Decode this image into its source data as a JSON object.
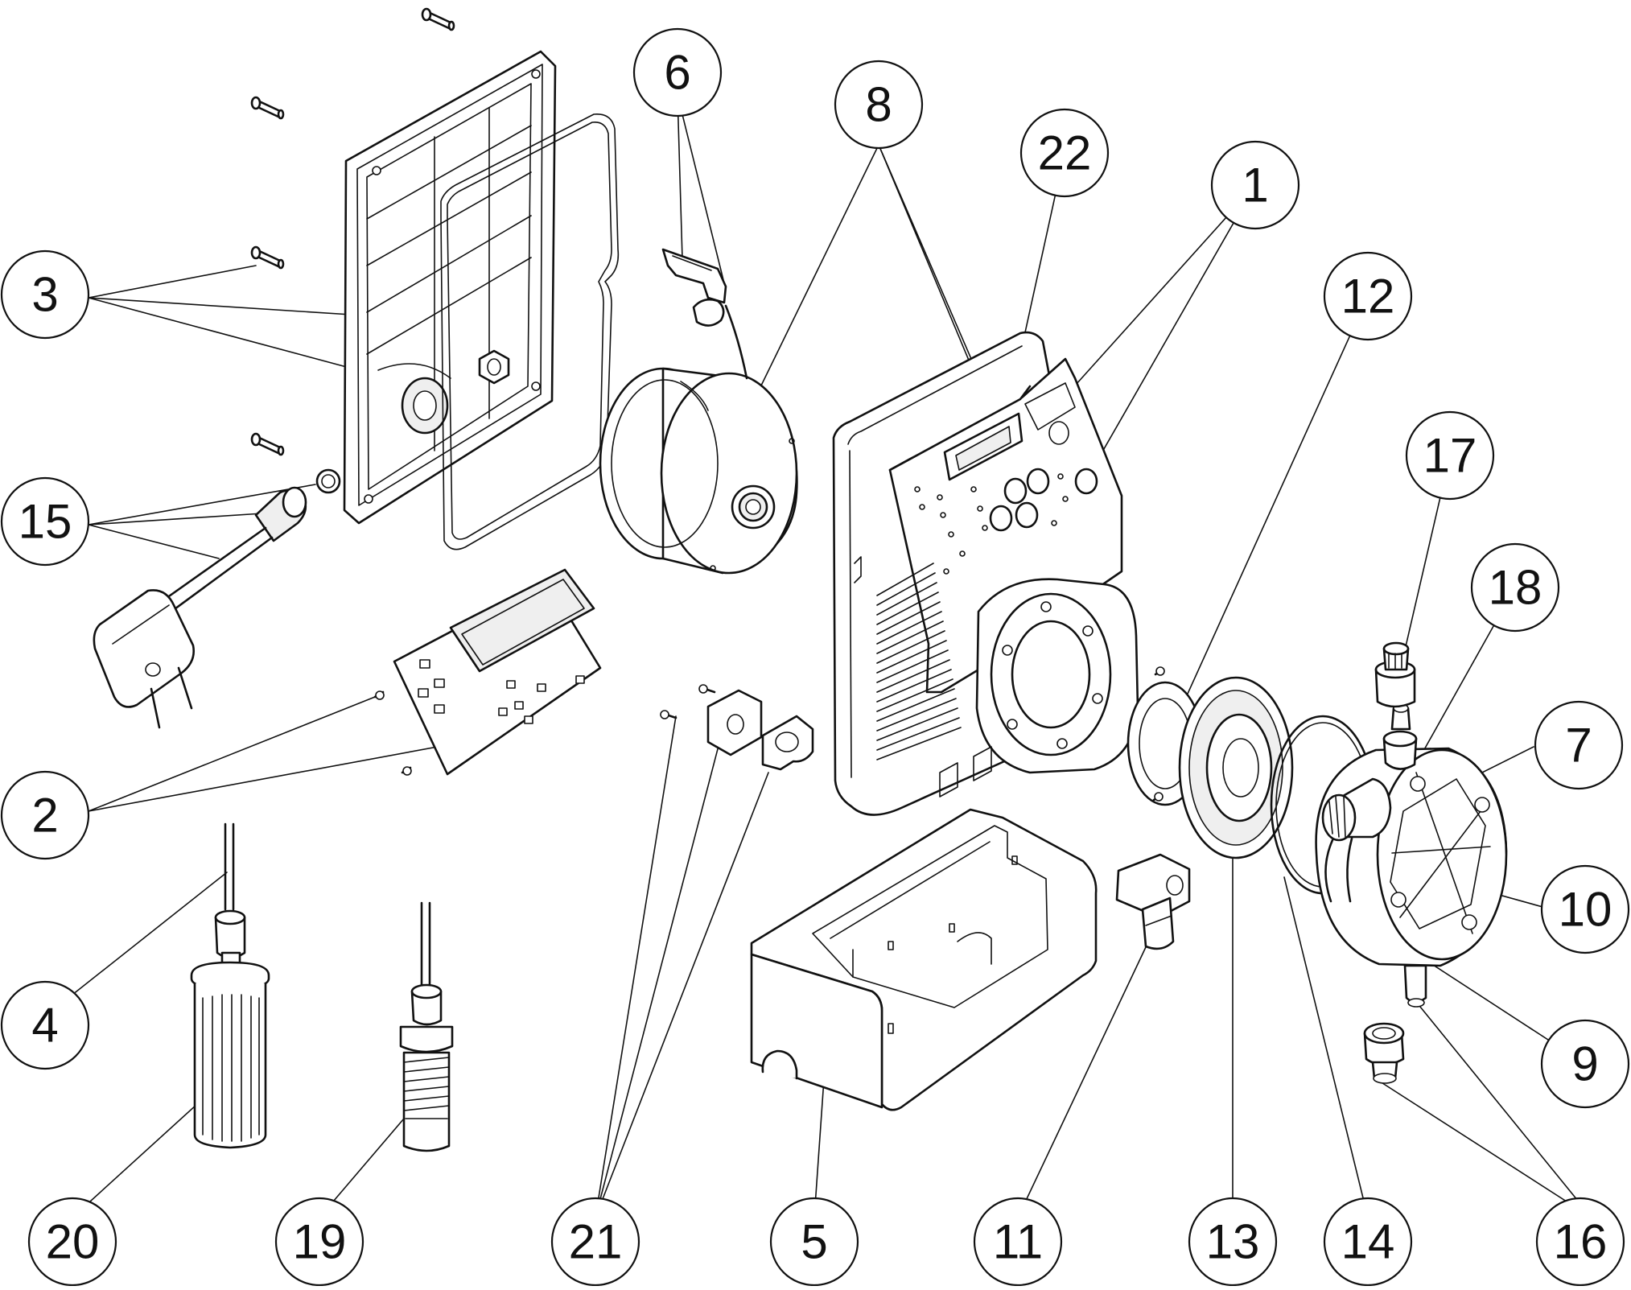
{
  "diagram": {
    "callouts": [
      "1",
      "2",
      "3",
      "4",
      "5",
      "6",
      "7",
      "8",
      "9",
      "10",
      "11",
      "12",
      "13",
      "14",
      "15",
      "16",
      "17",
      "18",
      "19",
      "20",
      "21",
      "22"
    ]
  }
}
